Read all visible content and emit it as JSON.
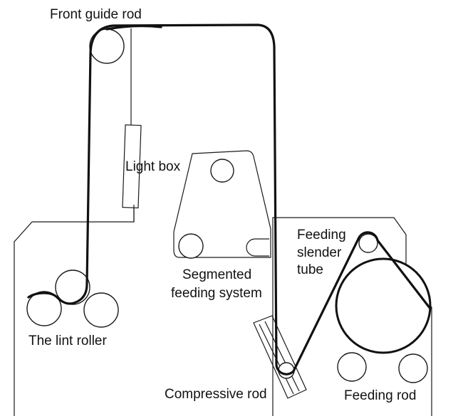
{
  "labels": {
    "front_guide_rod": "Front guide rod",
    "light_box": "Light box",
    "segmented_feeding_system": [
      "Segmented",
      "feeding system"
    ],
    "feeding_slender_tube": [
      "Feeding",
      "slender",
      "tube"
    ],
    "lint_roller": "The lint roller",
    "compressive_rod": "Compressive rod",
    "feeding_rod": "Feeding rod"
  },
  "colors": {
    "line": "#111111",
    "background": "#ffffff"
  }
}
